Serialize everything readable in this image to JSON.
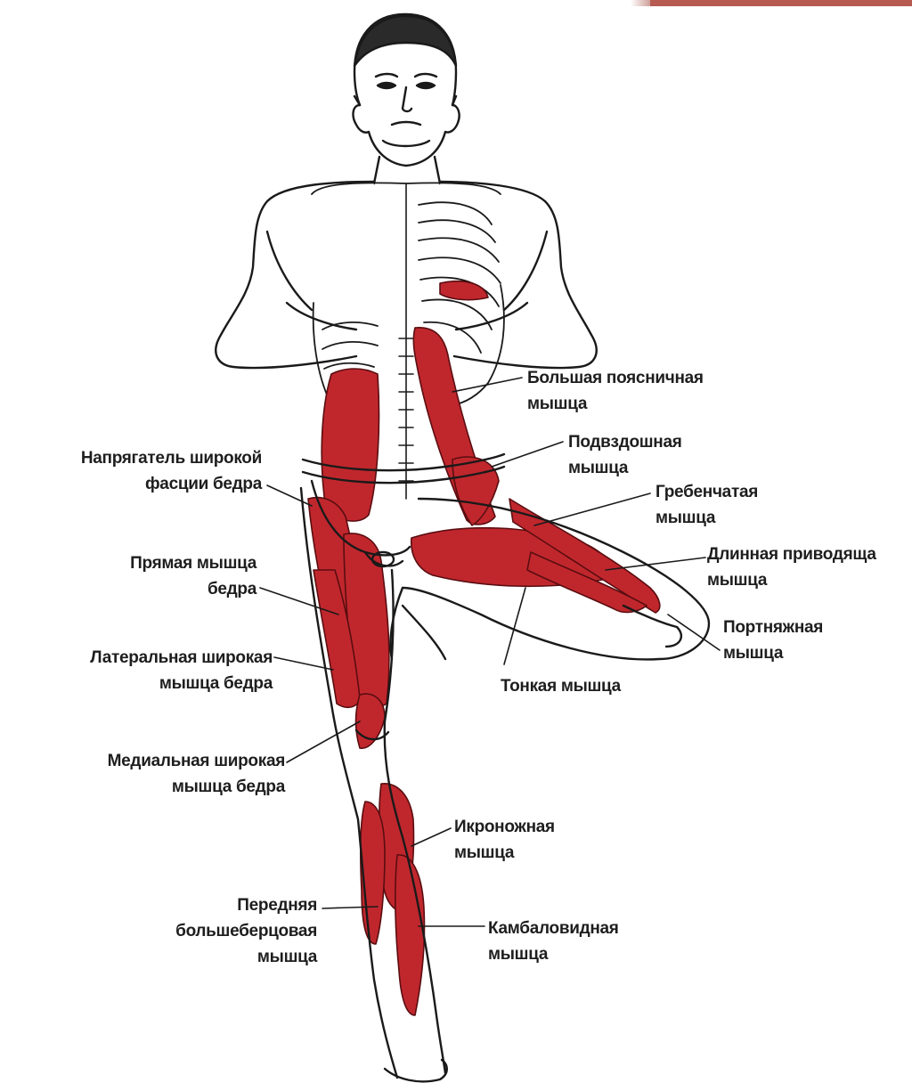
{
  "figure": {
    "labels": [
      {
        "id": "psoas-major",
        "lines": [
          "Большая поясничная",
          "мышца"
        ]
      },
      {
        "id": "iliacus",
        "lines": [
          "Подвздошная",
          "мышца"
        ]
      },
      {
        "id": "pectineus",
        "lines": [
          "Гребенчатая",
          "мышца"
        ]
      },
      {
        "id": "adductor-longus",
        "lines": [
          "Длинная приводяща",
          "мышца"
        ]
      },
      {
        "id": "sartorius",
        "lines": [
          "Портняжная",
          "мышца"
        ]
      },
      {
        "id": "gracilis",
        "lines": [
          "Тонкая мышца"
        ]
      },
      {
        "id": "tensor-fasciae-latae",
        "lines": [
          "Напрягатель широкой",
          "фасции бедра"
        ]
      },
      {
        "id": "rectus-femoris",
        "lines": [
          "Прямая мышца",
          "бедра"
        ]
      },
      {
        "id": "vastus-lateralis",
        "lines": [
          "Латеральная широкая",
          "мышца бедра"
        ]
      },
      {
        "id": "vastus-medialis",
        "lines": [
          "Медиальная широкая",
          "мышца бедра"
        ]
      },
      {
        "id": "gastrocnemius",
        "lines": [
          "Икроножная",
          "мышца"
        ]
      },
      {
        "id": "tibialis-anterior",
        "lines": [
          "Передняя",
          "большеберцовая",
          "мышца"
        ]
      },
      {
        "id": "soleus",
        "lines": [
          "Камбаловидная",
          "мышца"
        ]
      }
    ]
  },
  "colors": {
    "muscle": "#c0272d",
    "muscle_dark": "#8e1a1e",
    "outline": "#1a1a1a",
    "accent_band": "#b65a52"
  }
}
